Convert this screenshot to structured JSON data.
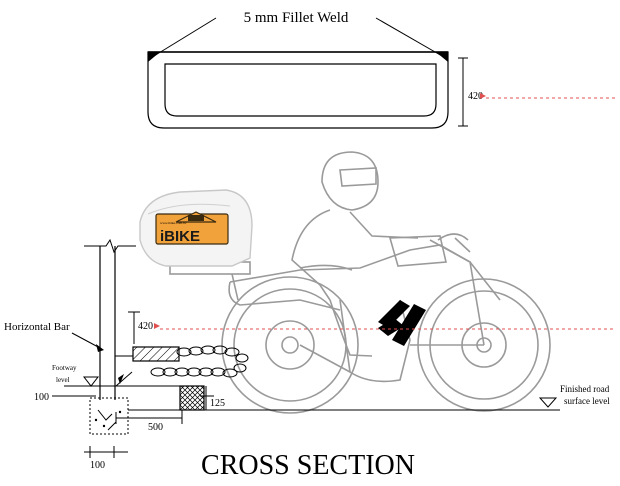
{
  "labels": {
    "weld": "5 mm Fillet Weld",
    "dim_top": "420",
    "dim_mid": "420",
    "horizontal_bar": "Horizontal Bar",
    "footway_l1": "Footway",
    "footway_l2": "level",
    "dim_100_left": "100",
    "dim_125": "125",
    "dim_500": "500",
    "dim_100_bottom": "100",
    "road_l1": "Finished road",
    "road_l2": "surface level",
    "title": "CROSS SECTION"
  },
  "logo": {
    "small_text": "www.ibike.com.tw",
    "brand": "iBIKE"
  },
  "colors": {
    "line": "#000000",
    "guide": "#e05050",
    "bike": "#9a9a9a",
    "logo_bg": "#f2a23a",
    "logo_text": "#1a1a1a"
  }
}
